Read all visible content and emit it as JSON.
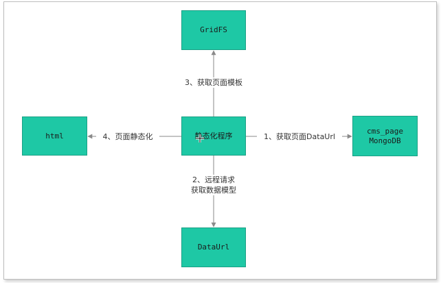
{
  "nodes": {
    "gridfs": "GridFS",
    "html": "html",
    "program": "静态化程序",
    "cms": "cms_page\nMongoDB",
    "dataurl": "DataUrl"
  },
  "edges": {
    "to_gridfs": "3、获取页面模板",
    "to_html": "4、页面静态化",
    "to_cms": "1、获取页面DataUrl",
    "to_dataurl": "2、远程请求\n获取数据模型"
  },
  "colors": {
    "node_fill": "#1ec8a5",
    "node_border": "#1a9f84",
    "edge": "#8a8a8a"
  }
}
